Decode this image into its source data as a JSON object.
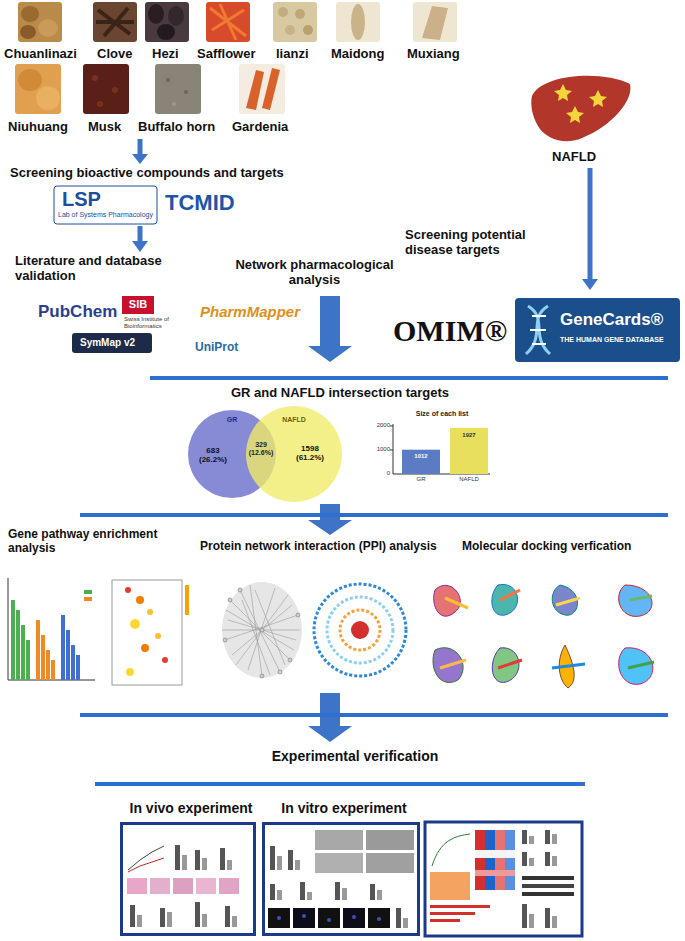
{
  "diagram": {
    "nodes": [
      {
        "text": [
          "GR",
          "683 (26.2%)"
        ]
      },
      {
        "text": [
          "NAFLD",
          "1598 (61.2%)"
        ]
      },
      {
        "text": [
          "In vivo experiment"
        ]
      },
      {
        "text": [
          "In vitro experiment"
        ]
      }
    ],
    "labels": [
      "Chuanlinazi",
      "Clove",
      "Hezi",
      "Safflower",
      "lianzi",
      "Maidong",
      "Muxiang",
      "Niuhuang",
      "Musk",
      "Buffalo horn",
      "Gardenia",
      "NAFLD",
      "Screening bioactive compounds and targets",
      "LSP",
      "Lab of Systems Pharmacology",
      "TCMID",
      "Screening potential disease targets",
      "Literature and database validation",
      "Network pharmacological analysis",
      "PubChem",
      "SIB",
      "Swiss Institute of Bioinformatics",
      "PharmMapper",
      "SymMap v2",
      "UniProt",
      "OMIM®",
      "GeneCards®",
      "THE HUMAN GENE DATABASE",
      "GR and NAFLD intersection targets",
      "329 (12.6%)",
      "Size of each list",
      "2000",
      "1000",
      "0",
      "1012",
      "1927",
      "GR",
      "NAFLD",
      "Gene pathway enrichment analysis",
      "Protein network interaction (PPI) analysis",
      "Molecular docking verfication",
      "Experimental verification"
    ]
  }
}
